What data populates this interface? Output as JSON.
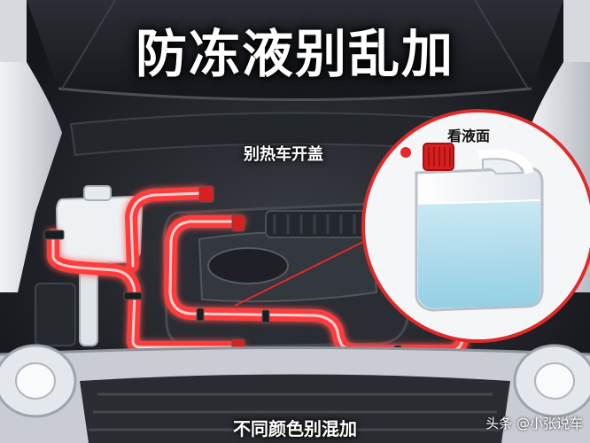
{
  "title": "防冻液别乱加",
  "labels": {
    "no_open_hot": "别热车开盖",
    "check_level": "看液面",
    "no_mix_colors": "不同颜色别混加"
  },
  "watermark": "头条 @小张说车",
  "colors": {
    "hose_red": "#e02a2a",
    "coolant": "#a9d8ea",
    "cap": "#d91e1e",
    "engine": "#2a2d33"
  },
  "icons": [
    "coolant-jug-icon",
    "red-dot-icon"
  ]
}
